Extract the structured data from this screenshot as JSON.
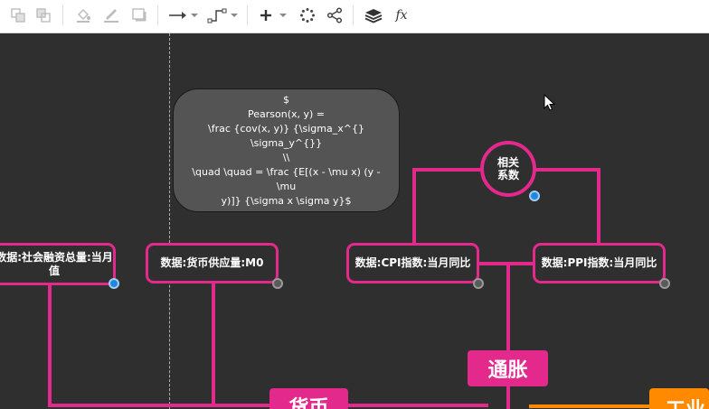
{
  "toolbar": {
    "items": [
      {
        "name": "bring-front-icon"
      },
      {
        "name": "send-back-icon"
      },
      {
        "name": "fill-color-icon"
      },
      {
        "name": "line-color-icon"
      },
      {
        "name": "shadow-icon"
      },
      {
        "name": "connector-straight-icon"
      },
      {
        "name": "connector-elbow-icon"
      },
      {
        "name": "insert-plus-icon"
      },
      {
        "name": "spinner-icon"
      },
      {
        "name": "share-icon"
      },
      {
        "name": "layers-icon"
      },
      {
        "name": "formula-icon",
        "label": "fx"
      }
    ]
  },
  "diagram": {
    "formula_text": "$\nPearson(x, y) =\n\\frac {cov(x, y)} {\\sigma_x^{} \\sigma_y^{}}\n\\\\\n\\quad \\quad = \\frac {E[(x - \\mu x) (y - \\mu\ny)]} {\\sigma x \\sigma y}$",
    "circle_node": "相关\n系数",
    "nodes": {
      "social_financing": "数据:社会融资总量:当月值",
      "money_supply": "数据:货币供应量:M0",
      "cpi": "数据:CPI指数:当月同比",
      "ppi": "数据:PPI指数:当月同比"
    },
    "labels": {
      "inflation": "通胀",
      "currency": "货币",
      "industry": "工业"
    },
    "colors": {
      "accent": "#e4298d",
      "orange": "#ff8a00",
      "canvas": "#2f2f2f",
      "connector_blue": "#1e88e5"
    }
  }
}
